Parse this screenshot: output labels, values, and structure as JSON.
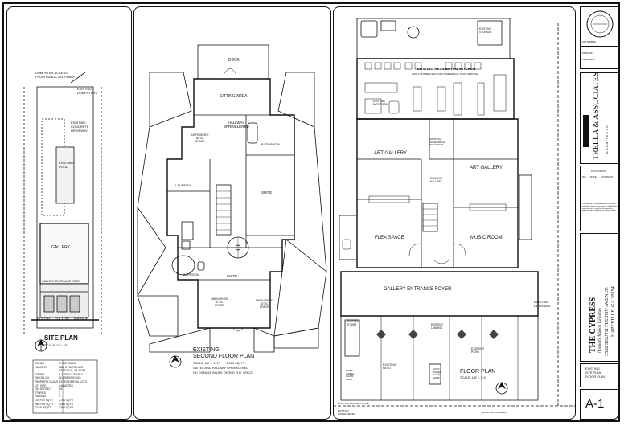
{
  "site_plan": {
    "title": "SITE PLAN",
    "scale": "SCALE: 1\" = 40'",
    "dumpster_note": "DUMPSTER ACCESS\nFROM PUBLIC ALLEYWAY",
    "existing_dumpster": "EXISTING\nDUMPSTERS",
    "existing_concrete_driveway": "EXISTING\nCONCRETE\nDRIVEWAY",
    "existing_pool": "EXISTING\nPOOL",
    "gallery": "GALLERY",
    "gallery_entrance": "GALLERY ENTRANCE DOOR",
    "street": "SOUTH     FULTON     AVENUE"
  },
  "project_table": {
    "rows": [
      [
        "OWNER",
        "CHRIS ZAVALL"
      ],
      [
        "LOCATION",
        "3552 S FULTON AVE"
      ],
      [
        "",
        "HAPEVILLE, GA 30354"
      ],
      [
        "ZONING",
        "R-1 SINGLE FAMILY"
      ],
      [
        "PARCEL NO.",
        "14 0098 0009 0004"
      ],
      [
        "PROPERTY CLASS",
        "R3 RESIDENTIAL LOTS"
      ],
      [
        "LOT SIZE",
        "0.46 ACRES"
      ],
      [
        "TAX DISTRICT",
        "HV"
      ],
      [
        "STORIES",
        "2"
      ],
      [
        "PARKING",
        "5"
      ],
      [
        "1ST FLR SQ FT",
        "2,750 SQ FT"
      ],
      [
        "2ND FLR SQ FT",
        "1,055 SQ FT"
      ],
      [
        "TOTAL SQ FT",
        "3,805 SQ FT"
      ]
    ]
  },
  "second_floor": {
    "deck": "DECK",
    "sitting_area": "SITTING AREA",
    "hallway": "HALLWAY\nSPRINKLERED",
    "bathroom": "BATHROOM",
    "unfinished_attic_1": "UNFINISHED\nATTIC\nSPACE",
    "laundry": "LAUNDRY",
    "suite_1": "SUITE",
    "bathroom_2": "BATHROOM",
    "suite_2": "SUITE",
    "unfinished_attic_2": "UNFINISHED\nATTIC\nSPACE",
    "unfinished_attic_3": "UNFINISHED\nATTIC\nSPACE",
    "title": "EXISTING\nSECOND FLOOR PLAN",
    "scale": "SCALE: 1/8\" = 1'-0\"        1,055 SQ. FT.",
    "note1": "SUITES AND HALLWAY SPRINKLERED",
    "note2": "NO CHANGE IN USE OF 2ND FLR. SPACE"
  },
  "floor_plan": {
    "kitchen": "EXISTING RESIDENTIAL KITCHEN",
    "kitchen_note": "SHALL NOT BE USED FOR COMMERCIAL FOOD SERVICE",
    "existing_storage": "EXISTING\nSTORAGE",
    "existing_bathroom": "EXISTING\nBATHROOM",
    "existing_accessible": "EXISTING\nACCESSIBLE\nBATHROOM",
    "art_gallery_1": "ART GALLERY",
    "art_gallery_2": "ART GALLERY",
    "existing_hallway": "EXISTING\nHALLWAY",
    "flex_space": "FLEX SPACE",
    "music_room": "MUSIC ROOM",
    "foyer": "GALLERY ENTRANCE FOYER",
    "existing_driveway": "EXISTING\nDRIVEWAY",
    "existing_patio_1": "EXISTING\nPATIO",
    "existing_patio_2": "EXISTING\nPATIO",
    "existing_landing": "EXISTING\nLANDING",
    "existing_stairs": "EXISTING\nSTAIRS",
    "exit_1": "EXIST.\nWHEEL\nCHAIR\nRAMP",
    "exit_2": "EXIST.\nWHEEL\nCHAIR\nRAMP",
    "title": "FLOOR PLAN",
    "scale": "SCALE: 1/8\" = 1'-0\"",
    "existing_property_line": "EXISTING PROPERTY LINE",
    "existing_water_meter": "EXISTING\nWATER METER",
    "existing_sidewalk": "EXISTING SIDEWALK"
  },
  "title_block": {
    "job_number": "JOB NUMBER",
    "drawn_by": "DRAWN BY",
    "checked_by": "CHECKED BY",
    "firm_name": "TRELLA & ASSOCIATES",
    "firm_sub": "ARCHITECTS",
    "revisions": "REVISIONS",
    "rev_no": "NO.",
    "rev_date": "DATE",
    "rev_content": "CONTENT",
    "copyright": "This drawing as an instrument of service is and shall remain the property of the Architect and shall not be used for other projects without written authorization of the Architect.",
    "project_name": "THE CYPRESS",
    "project_formerly": "(formerly Maison LaVigne)",
    "project_address1": "3552 SOUTH FULTON AVENUE",
    "project_address2": "HAPEVILLE, GA 30354",
    "sheet_title": "EXISTING\nSITE PLAN\nFLOOR PLAN",
    "sheet_number": "A-1"
  }
}
